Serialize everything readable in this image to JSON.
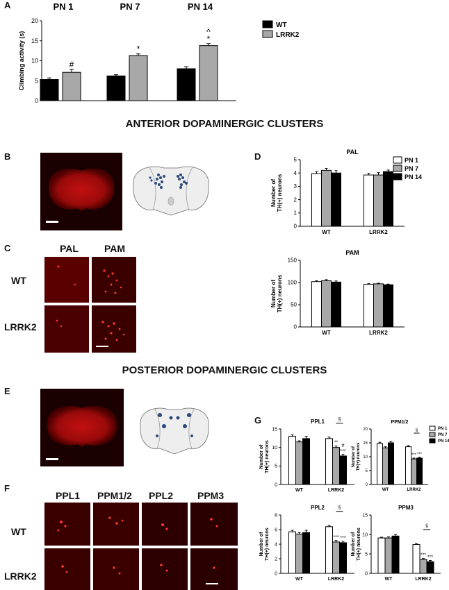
{
  "panels": {
    "A": "A",
    "B": "B",
    "C": "C",
    "D": "D",
    "E": "E",
    "F": "F",
    "G": "G"
  },
  "headings": {
    "anterior": "ANTERIOR DOPAMINERGIC CLUSTERS",
    "posterior": "POSTERIOR DOPAMINERGIC CLUSTERS"
  },
  "panel_c": {
    "cols": [
      "PAL",
      "PAM"
    ],
    "rows": [
      "WT",
      "LRRK2"
    ]
  },
  "panel_f": {
    "cols": [
      "PPL1",
      "PPM1/2",
      "PPL2",
      "PPM3"
    ],
    "rows": [
      "WT",
      "LRRK2"
    ]
  },
  "colors": {
    "wt": "#000000",
    "lrrk2": "#a8a8a8",
    "pn1": "#ffffff",
    "pn7": "#a8a8a8",
    "pn14": "#000000",
    "micro_bg": "#2a0000",
    "micro_signal": "#e01010"
  },
  "chart_data": [
    {
      "id": "A",
      "type": "bar",
      "group_titles": [
        "PN 1",
        "PN 7",
        "PN 14"
      ],
      "ylabel": "Climbing activity (s)",
      "ylim": [
        0,
        20
      ],
      "yticks": [
        0,
        5,
        10,
        15,
        20
      ],
      "legend": [
        "WT",
        "LRRK2"
      ],
      "series": [
        {
          "name": "WT",
          "values": [
            5.3,
            6.2,
            8.0
          ],
          "errors": [
            0.4,
            0.3,
            0.5
          ]
        },
        {
          "name": "LRRK2",
          "values": [
            7.1,
            11.3,
            13.8
          ],
          "errors": [
            0.7,
            0.4,
            0.5
          ]
        }
      ],
      "annotations": [
        [
          "#"
        ],
        [
          "*"
        ],
        [
          "^",
          "*"
        ]
      ]
    },
    {
      "id": "D1",
      "type": "bar",
      "title": "PAL",
      "categories": [
        "WT",
        "LRRK2"
      ],
      "ylabel_lines": [
        "Number of",
        "TH(+) neurons"
      ],
      "ylim": [
        0,
        5
      ],
      "yticks": [
        0,
        1,
        2,
        3,
        4,
        5
      ],
      "legend": [
        "PN 1",
        "PN 7",
        "PN 14"
      ],
      "series": [
        {
          "name": "PN 1",
          "values": [
            3.95,
            3.85
          ],
          "errors": [
            0.15,
            0.12
          ]
        },
        {
          "name": "PN 7",
          "values": [
            4.2,
            3.85
          ],
          "errors": [
            0.15,
            0.18
          ]
        },
        {
          "name": "PN 14",
          "values": [
            4.0,
            4.1
          ],
          "errors": [
            0.18,
            0.12
          ]
        }
      ]
    },
    {
      "id": "D2",
      "type": "bar",
      "title": "PAM",
      "categories": [
        "WT",
        "LRRK2"
      ],
      "ylabel_lines": [
        "Number of",
        "TH(+) neurons"
      ],
      "ylim": [
        0,
        150
      ],
      "yticks": [
        0,
        50,
        100,
        150
      ],
      "series": [
        {
          "name": "PN 1",
          "values": [
            102,
            96
          ],
          "errors": [
            2,
            1.5
          ]
        },
        {
          "name": "PN 7",
          "values": [
            104,
            97
          ],
          "errors": [
            2.5,
            1.5
          ]
        },
        {
          "name": "PN 14",
          "values": [
            101,
            95
          ],
          "errors": [
            2.5,
            1.5
          ]
        }
      ]
    },
    {
      "id": "G1",
      "type": "bar",
      "title": "PPL1",
      "categories": [
        "WT",
        "LRRK2"
      ],
      "ylabel_lines": [
        "Number of",
        "TH(+) neurons"
      ],
      "ylim": [
        0,
        15
      ],
      "yticks": [
        0,
        5,
        10,
        15
      ],
      "series": [
        {
          "name": "PN 1",
          "values": [
            13.0,
            12.4
          ],
          "errors": [
            0.4,
            0.4
          ]
        },
        {
          "name": "PN 7",
          "values": [
            11.5,
            10.0
          ],
          "errors": [
            0.3,
            0.4
          ]
        },
        {
          "name": "PN 14",
          "values": [
            12.4,
            7.7
          ],
          "errors": [
            0.6,
            0.4
          ]
        }
      ],
      "annotations": {
        "PN 7": [
          "**"
        ],
        "PN 14": [
          "#",
          "***"
        ]
      },
      "bracket": "§"
    },
    {
      "id": "G2",
      "type": "bar",
      "title": "PPM1/2",
      "categories": [
        "WT",
        "LRRK2"
      ],
      "ylabel_lines": [
        "Number of",
        "TH(+) neurons"
      ],
      "ylim": [
        0,
        20
      ],
      "yticks": [
        0,
        5,
        10,
        15,
        20
      ],
      "legend": [
        "PN 1",
        "PN 7",
        "PN 14"
      ],
      "series": [
        {
          "name": "PN 1",
          "values": [
            14.8,
            13.6
          ],
          "errors": [
            0.4,
            0.4
          ]
        },
        {
          "name": "PN 7",
          "values": [
            13.2,
            9.2
          ],
          "errors": [
            0.4,
            0.3
          ]
        },
        {
          "name": "PN 14",
          "values": [
            15.0,
            9.5
          ],
          "errors": [
            0.5,
            0.3
          ]
        }
      ],
      "annotations": {
        "PN 7": [
          "***"
        ],
        "PN 14": [
          "***"
        ]
      },
      "bracket": "§"
    },
    {
      "id": "G3",
      "type": "bar",
      "title": "PPL2",
      "categories": [
        "WT",
        "LRRK2"
      ],
      "ylabel_lines": [
        "Number of",
        "TH(+) neurons"
      ],
      "ylim": [
        0,
        8
      ],
      "yticks": [
        0,
        2,
        4,
        6,
        8
      ],
      "series": [
        {
          "name": "PN 1",
          "values": [
            5.7,
            6.4
          ],
          "errors": [
            0.2,
            0.2
          ]
        },
        {
          "name": "PN 7",
          "values": [
            5.4,
            4.3
          ],
          "errors": [
            0.2,
            0.2
          ]
        },
        {
          "name": "PN 14",
          "values": [
            5.6,
            4.2
          ],
          "errors": [
            0.3,
            0.2
          ]
        }
      ],
      "annotations": {
        "PN 7": [
          "***"
        ],
        "PN 14": [
          "***"
        ]
      },
      "bracket": "§"
    },
    {
      "id": "G4",
      "type": "bar",
      "title": "PPM3",
      "categories": [
        "WT",
        "LRRK2"
      ],
      "ylabel_lines": [
        "Number of",
        "TH(+) neurons"
      ],
      "ylim": [
        0,
        15
      ],
      "yticks": [
        0,
        5,
        10,
        15
      ],
      "series": [
        {
          "name": "PN 1",
          "values": [
            9.1,
            7.4
          ],
          "errors": [
            0.2,
            0.3
          ]
        },
        {
          "name": "PN 7",
          "values": [
            9.1,
            3.6
          ],
          "errors": [
            0.3,
            0.2
          ]
        },
        {
          "name": "PN 14",
          "values": [
            9.6,
            3.0
          ],
          "errors": [
            0.4,
            0.3
          ]
        }
      ],
      "annotations": {
        "PN 7": [
          "***"
        ],
        "PN 14": [
          "***"
        ]
      },
      "bracket": "§"
    }
  ]
}
